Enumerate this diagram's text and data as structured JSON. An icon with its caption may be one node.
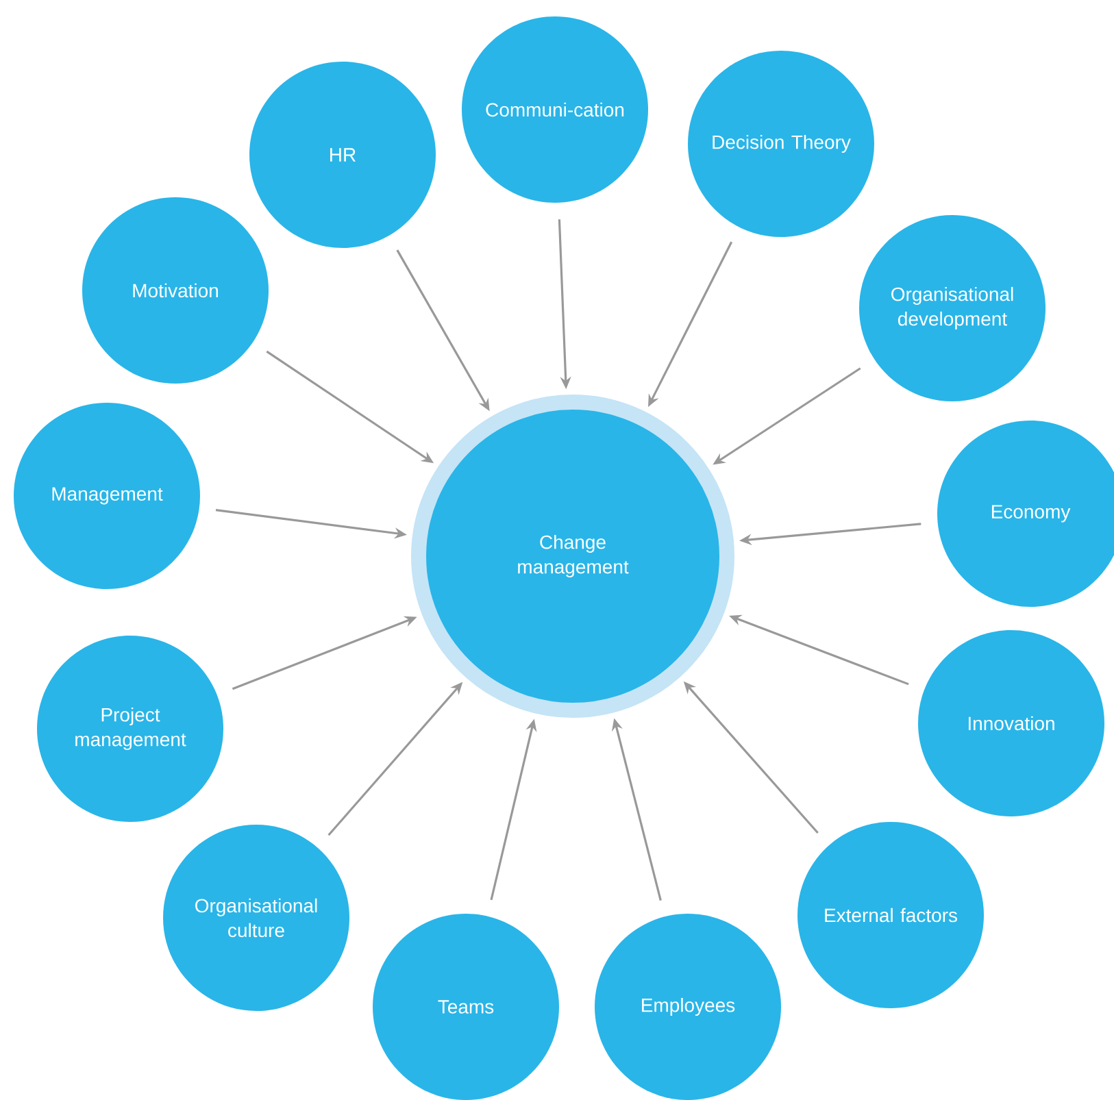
{
  "diagram": {
    "nodes": [
      {
        "text": [
          "Change management"
        ]
      },
      {
        "text": [
          "Communi-cation"
        ]
      },
      {
        "text": [
          "Decision Theory"
        ]
      },
      {
        "text": [
          "Organisational development"
        ]
      },
      {
        "text": [
          "Economy"
        ]
      },
      {
        "text": [
          "Innovation"
        ]
      },
      {
        "text": [
          "External factors"
        ]
      },
      {
        "text": [
          "Employees"
        ]
      },
      {
        "text": [
          "Teams"
        ]
      },
      {
        "text": [
          "Organisational culture"
        ]
      },
      {
        "text": [
          "Project management"
        ]
      },
      {
        "text": [
          "Management"
        ]
      },
      {
        "text": [
          "Motivation"
        ]
      },
      {
        "text": [
          "HR"
        ]
      }
    ],
    "edges": [
      {
        "from": 1,
        "to": 0,
        "arrow": "to"
      },
      {
        "from": 2,
        "to": 0,
        "arrow": "to"
      },
      {
        "from": 3,
        "to": 0,
        "arrow": "to"
      },
      {
        "from": 4,
        "to": 0,
        "arrow": "to"
      },
      {
        "from": 5,
        "to": 0,
        "arrow": "to"
      },
      {
        "from": 6,
        "to": 0,
        "arrow": "to"
      },
      {
        "from": 7,
        "to": 0,
        "arrow": "to"
      },
      {
        "from": 8,
        "to": 0,
        "arrow": "to"
      },
      {
        "from": 9,
        "to": 0,
        "arrow": "to"
      },
      {
        "from": 10,
        "to": 0,
        "arrow": "to"
      },
      {
        "from": 11,
        "to": 0,
        "arrow": "to"
      },
      {
        "from": 12,
        "to": 0,
        "arrow": "to"
      },
      {
        "from": 13,
        "to": 0,
        "arrow": "to"
      }
    ]
  }
}
